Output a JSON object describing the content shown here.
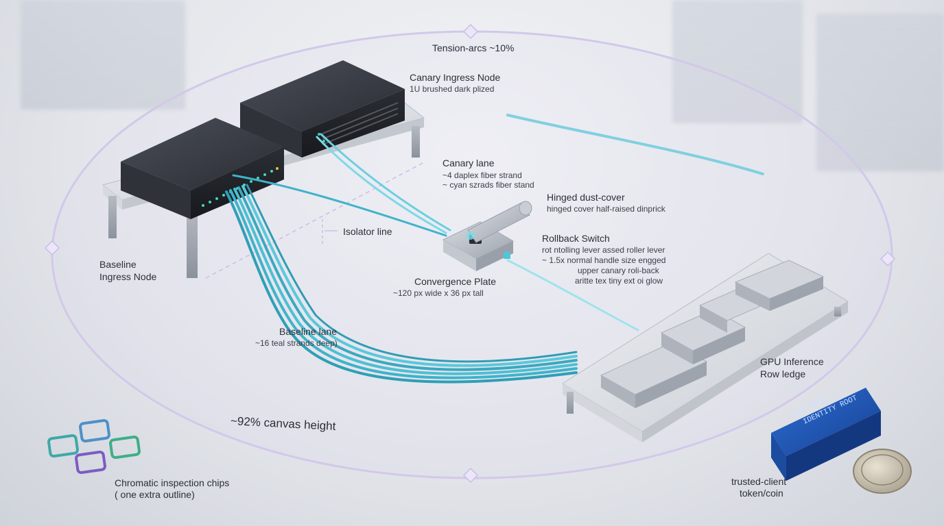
{
  "labels": {
    "tension_arcs": "Tension-arcs ~10%",
    "canary_node_title": "Canary Ingress Node",
    "canary_node_sub": "1U brushed dark plized",
    "canary_lane_title": "Canary lane",
    "canary_lane_sub1": "~4 daplex fiber strand",
    "canary_lane_sub2": "~ cyan szrads fiber stand",
    "dust_cover_title": "Hinged dust-cover",
    "dust_cover_sub": "hinged cover half-raised dinprick",
    "isolator_line": "Isolator line",
    "rollback_title": "Rollback Switch",
    "rollback_sub1": "rot ntolling lever assed roller lever",
    "rollback_sub2": "~ 1.5x normal handle size engged",
    "rollback_sub3": "upper canary roli-back",
    "rollback_sub4": "aritte tex tiny ext oi glow",
    "baseline_node_line1": "Baseline",
    "baseline_node_line2": "Ingress Node",
    "convergence_title": "Convergence Plate",
    "convergence_sub": "~120 px wide x 36 px tall",
    "baseline_lane_title": "Baseline lane",
    "baseline_lane_sub": "~16 teal strands deep)",
    "gpu_line1": "GPU Inference",
    "gpu_line2": "Row ledge",
    "canvas_height": "~92% canvas height",
    "chips_line1": "Chromatic inspection chips",
    "chips_line2": "( one extra outline)",
    "token_line1": "trusted-client",
    "token_line2": "token/coin",
    "token_block_line1": "LLM-API",
    "token_block_line2": "IDENTITY ROOT"
  },
  "colors": {
    "fiber_teal": "#3fb3c9",
    "fiber_cyan": "#7fd8e6",
    "orbit": "#c9bde6",
    "chip_teal": "#3fa8a8",
    "chip_blue": "#4e8fc9",
    "chip_green": "#3fae86",
    "chip_purple": "#7b5cc4",
    "token_blue": "#1e57b6"
  }
}
